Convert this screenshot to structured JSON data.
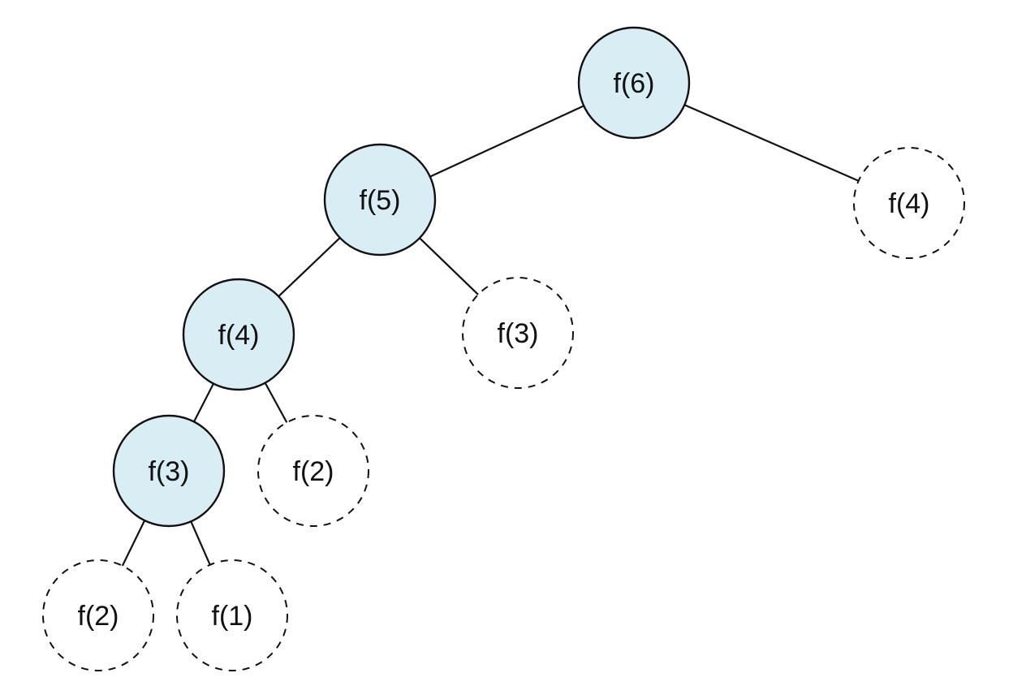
{
  "tree": {
    "nodes": [
      {
        "id": "n6a",
        "label": "f(6)",
        "style": "solid"
      },
      {
        "id": "n5a",
        "label": "f(5)",
        "style": "solid"
      },
      {
        "id": "n4b",
        "label": "f(4)",
        "style": "dashed"
      },
      {
        "id": "n4a",
        "label": "f(4)",
        "style": "solid"
      },
      {
        "id": "n3b",
        "label": "f(3)",
        "style": "dashed"
      },
      {
        "id": "n3a",
        "label": "f(3)",
        "style": "solid"
      },
      {
        "id": "n2b",
        "label": "f(2)",
        "style": "dashed"
      },
      {
        "id": "n2a",
        "label": "f(2)",
        "style": "dashed"
      },
      {
        "id": "n1a",
        "label": "f(1)",
        "style": "dashed"
      }
    ],
    "edges": [
      {
        "from": "n6a",
        "to": "n5a"
      },
      {
        "from": "n6a",
        "to": "n4b"
      },
      {
        "from": "n5a",
        "to": "n4a"
      },
      {
        "from": "n5a",
        "to": "n3b"
      },
      {
        "from": "n4a",
        "to": "n3a"
      },
      {
        "from": "n4a",
        "to": "n2b"
      },
      {
        "from": "n3a",
        "to": "n2a"
      },
      {
        "from": "n3a",
        "to": "n1a"
      }
    ],
    "colors": {
      "computed_fill": "#d9edf5",
      "stroke": "#111111",
      "background": "#ffffff"
    }
  }
}
